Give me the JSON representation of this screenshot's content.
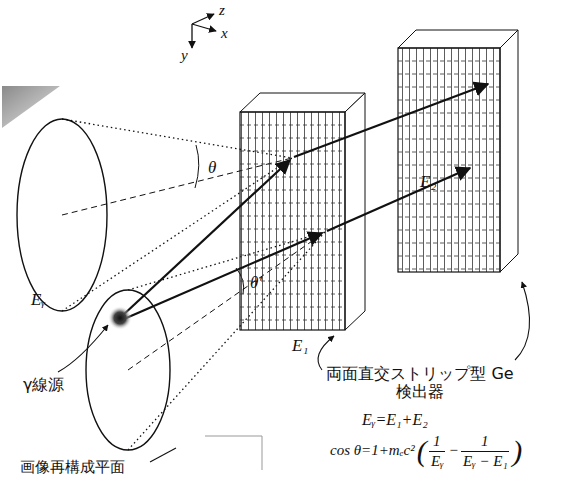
{
  "diagram": {
    "labels": [
      "z",
      "x",
      "y",
      "θ",
      "θ'",
      "Eᵧ",
      "E₁",
      "E₂",
      "γ線源",
      "両面直交ストリップ型 Ge 検出器",
      "Eᵧ=E₁+E₂",
      "cos θ=1+mₑc²",
      "(",
      "1",
      "Eᵧ",
      "−",
      "1",
      "Eᵧ − E₁",
      ")",
      "画像再構成平面"
    ]
  }
}
